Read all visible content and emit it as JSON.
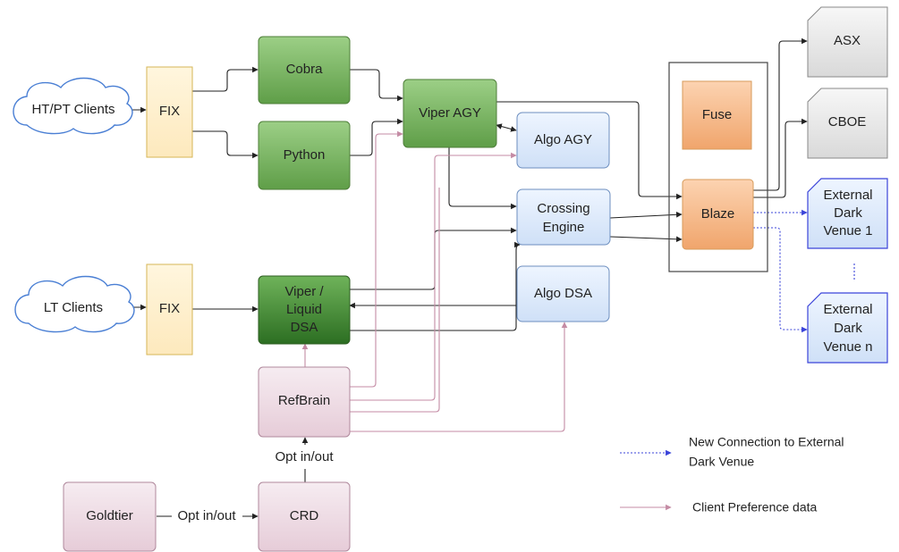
{
  "nodes": {
    "ht_pt_clients": "HT/PT Clients",
    "lt_clients": "LT Clients",
    "fix_top": "FIX",
    "fix_bottom": "FIX",
    "cobra": "Cobra",
    "python": "Python",
    "viper_agy": "Viper AGY",
    "algo_agy": "Algo AGY",
    "crossing_engine": [
      "Crossing",
      "Engine"
    ],
    "viper_liquid_dsa": [
      "Viper /",
      "Liquid",
      "DSA"
    ],
    "algo_dsa": "Algo DSA",
    "refbrain": "RefBrain",
    "goldtier": "Goldtier",
    "crd": "CRD",
    "fuse": "Fuse",
    "blaze": "Blaze",
    "asx": "ASX",
    "cboe": "CBOE",
    "external_dark_venue_1": [
      "External",
      "Dark",
      "Venue 1"
    ],
    "external_dark_venue_n": [
      "External",
      "Dark",
      "Venue n"
    ]
  },
  "edge_labels": {
    "crd_to_refbrain": "Opt in/out",
    "goldtier_to_crd": "Opt in/out"
  },
  "legend": {
    "new_connection": [
      "New Connection to External",
      "Dark Venue"
    ],
    "client_preference": "Client Preference data"
  },
  "colors": {
    "fix_fill": "#fff2cc",
    "fix_stroke": "#d6b656",
    "green_fill": "#82b366",
    "dark_green_fill": "#3f8a32",
    "blue_fill": "#dae8fc",
    "blue_stroke": "#6c8ebf",
    "pink_fill": "#efdde6",
    "pink_stroke": "#b0889c",
    "orange_fill": "#f5b98a",
    "orange_stroke": "#d79b5b",
    "gray_fill": "#e8e8e8",
    "gray_stroke": "#888888",
    "venue_stroke": "#3b44d9",
    "black_line": "#222222",
    "pink_line": "#c48ba4",
    "blue_dotted_line": "#3b44d9"
  }
}
